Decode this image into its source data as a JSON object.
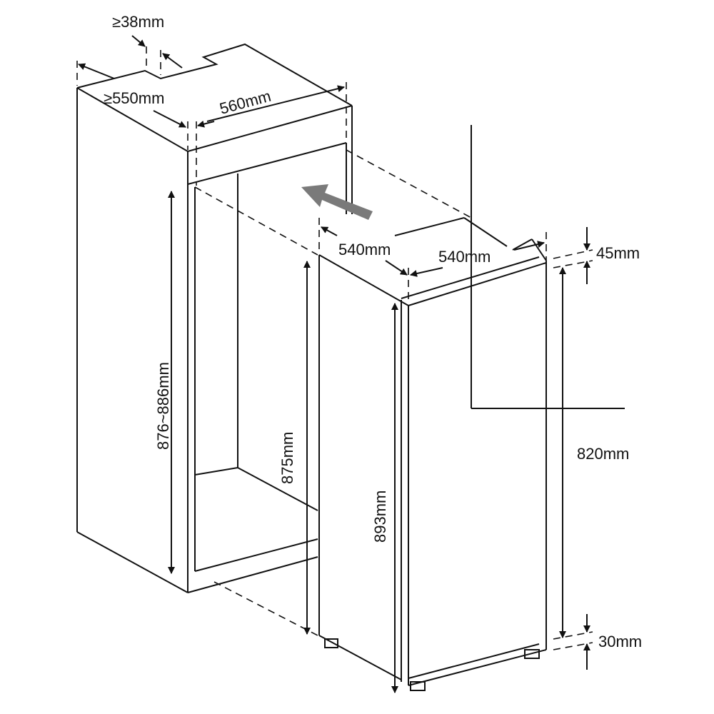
{
  "diagram": {
    "labels": {
      "gap_top": "≥38mm",
      "depth_min": "≥550mm",
      "width_niche": "560mm",
      "niche_height": "876~886mm",
      "appliance_depth": "540mm",
      "appliance_width": "540mm",
      "top_gap": "45mm",
      "side_height": "875mm",
      "door_height": "893mm",
      "body_height": "820mm",
      "bottom_gap": "30mm"
    },
    "colors": {
      "line": "#111111",
      "arrow": "#7a7a7a"
    }
  }
}
